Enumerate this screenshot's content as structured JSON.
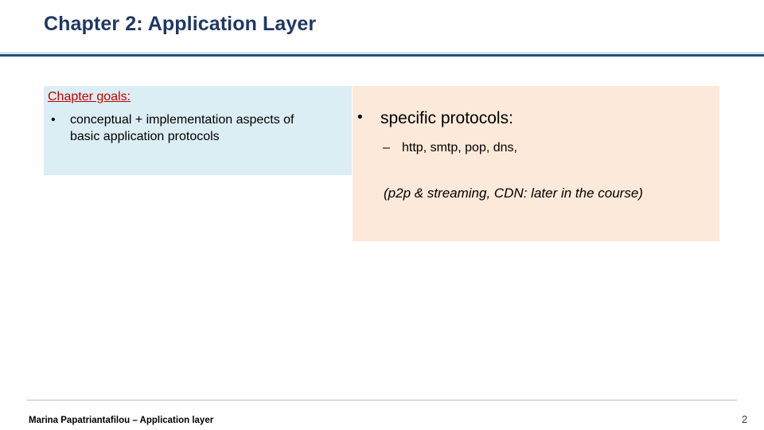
{
  "slide": {
    "title": "Chapter 2: Application Layer",
    "left_panel": {
      "heading": "Chapter goals:",
      "bullet_marker": "•",
      "bullet_text": "conceptual + implementation aspects of basic application protocols"
    },
    "right_panel": {
      "bullet_marker": "•",
      "bullet_text": "specific protocols:",
      "sub_marker": "–",
      "sub_text": "http, smtp, pop, dns,",
      "note": "(p2p & streaming, CDN: later in the course)"
    },
    "footer": {
      "text": "Marina Papatriantafilou –  Application layer",
      "page_number": "2"
    },
    "colors": {
      "title_text": "#1f3864",
      "rule_thin": "#9dc3e6",
      "rule_thick": "#1f4e79",
      "left_box_bg": "#dbeef3",
      "right_box_bg": "#fce9d9",
      "heading_text": "#c00000",
      "footer_rule": "#bfbfbf"
    }
  }
}
